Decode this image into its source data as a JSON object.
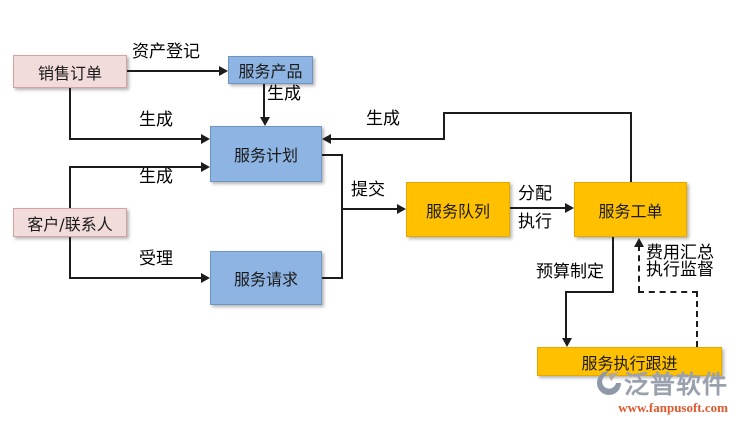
{
  "diagram": {
    "nodes": {
      "sales_order": "销售订单",
      "service_product": "服务产品",
      "service_plan": "服务计划",
      "customer_contact": "客户/联系人",
      "service_request": "服务请求",
      "service_queue": "服务队列",
      "service_work_order": "服务工单",
      "service_follow_up": "服务执行跟进"
    },
    "labels": {
      "asset_registration": "资产登记",
      "generate_product": "生成",
      "generate_sales": "生成",
      "generate_customer": "生成",
      "generate_feedback": "生成",
      "accept": "受理",
      "submit": "提交",
      "assign": "分配",
      "execute": "执行",
      "budget_making": "预算制定",
      "cost_summary": "费用汇总",
      "execution_supervision": "执行监督"
    },
    "colors": {
      "pink_fill": "#f2dcdb",
      "blue_fill": "#8db4e2",
      "orange_fill": "#ffc000",
      "line": "#1c1c1c"
    }
  },
  "branding": {
    "logo_text": "泛普软件",
    "website": "www.fanpusoft.com"
  }
}
